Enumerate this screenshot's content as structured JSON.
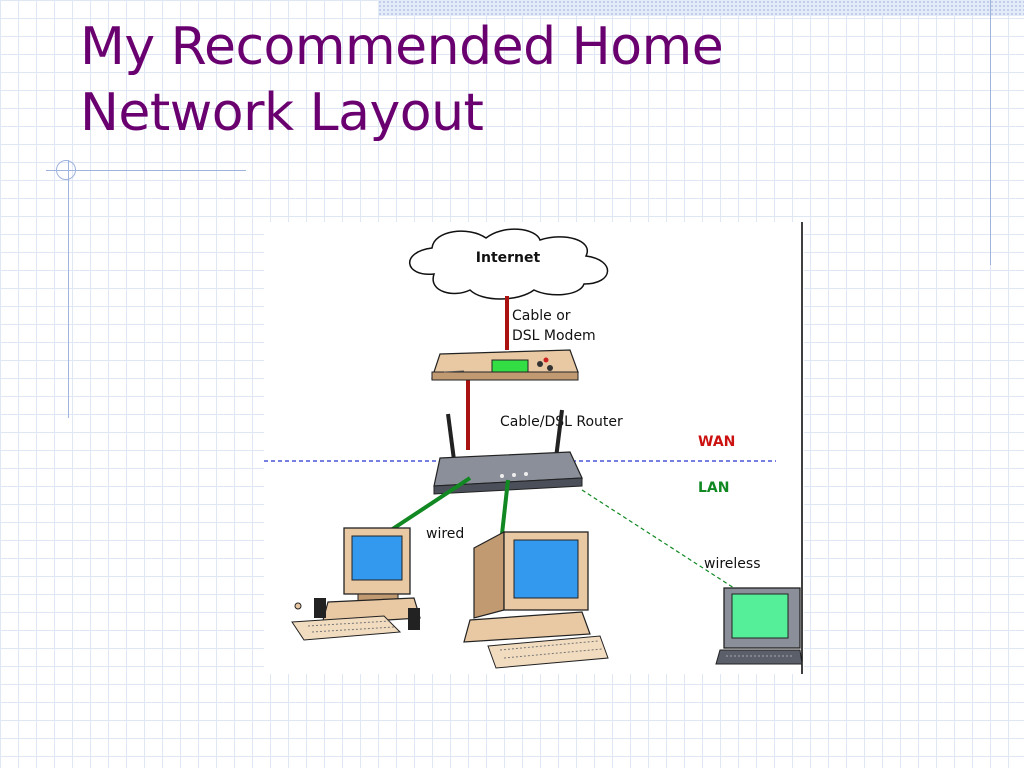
{
  "slide": {
    "title_line1": "My Recommended Home",
    "title_line2": "Network Layout"
  },
  "diagram": {
    "internet_label": "Internet",
    "modem_label_line1": "Cable or",
    "modem_label_line2": "DSL Modem",
    "router_label": "Cable/DSL Router",
    "wan_label": "WAN",
    "lan_label": "LAN",
    "wired_label": "wired",
    "wireless_label": "wireless",
    "colors": {
      "title": "#6a0070",
      "wan": "#cc1111",
      "lan": "#118822",
      "uplink": "#aa1111",
      "wired_link": "#118822",
      "divider": "#2233cc"
    }
  }
}
